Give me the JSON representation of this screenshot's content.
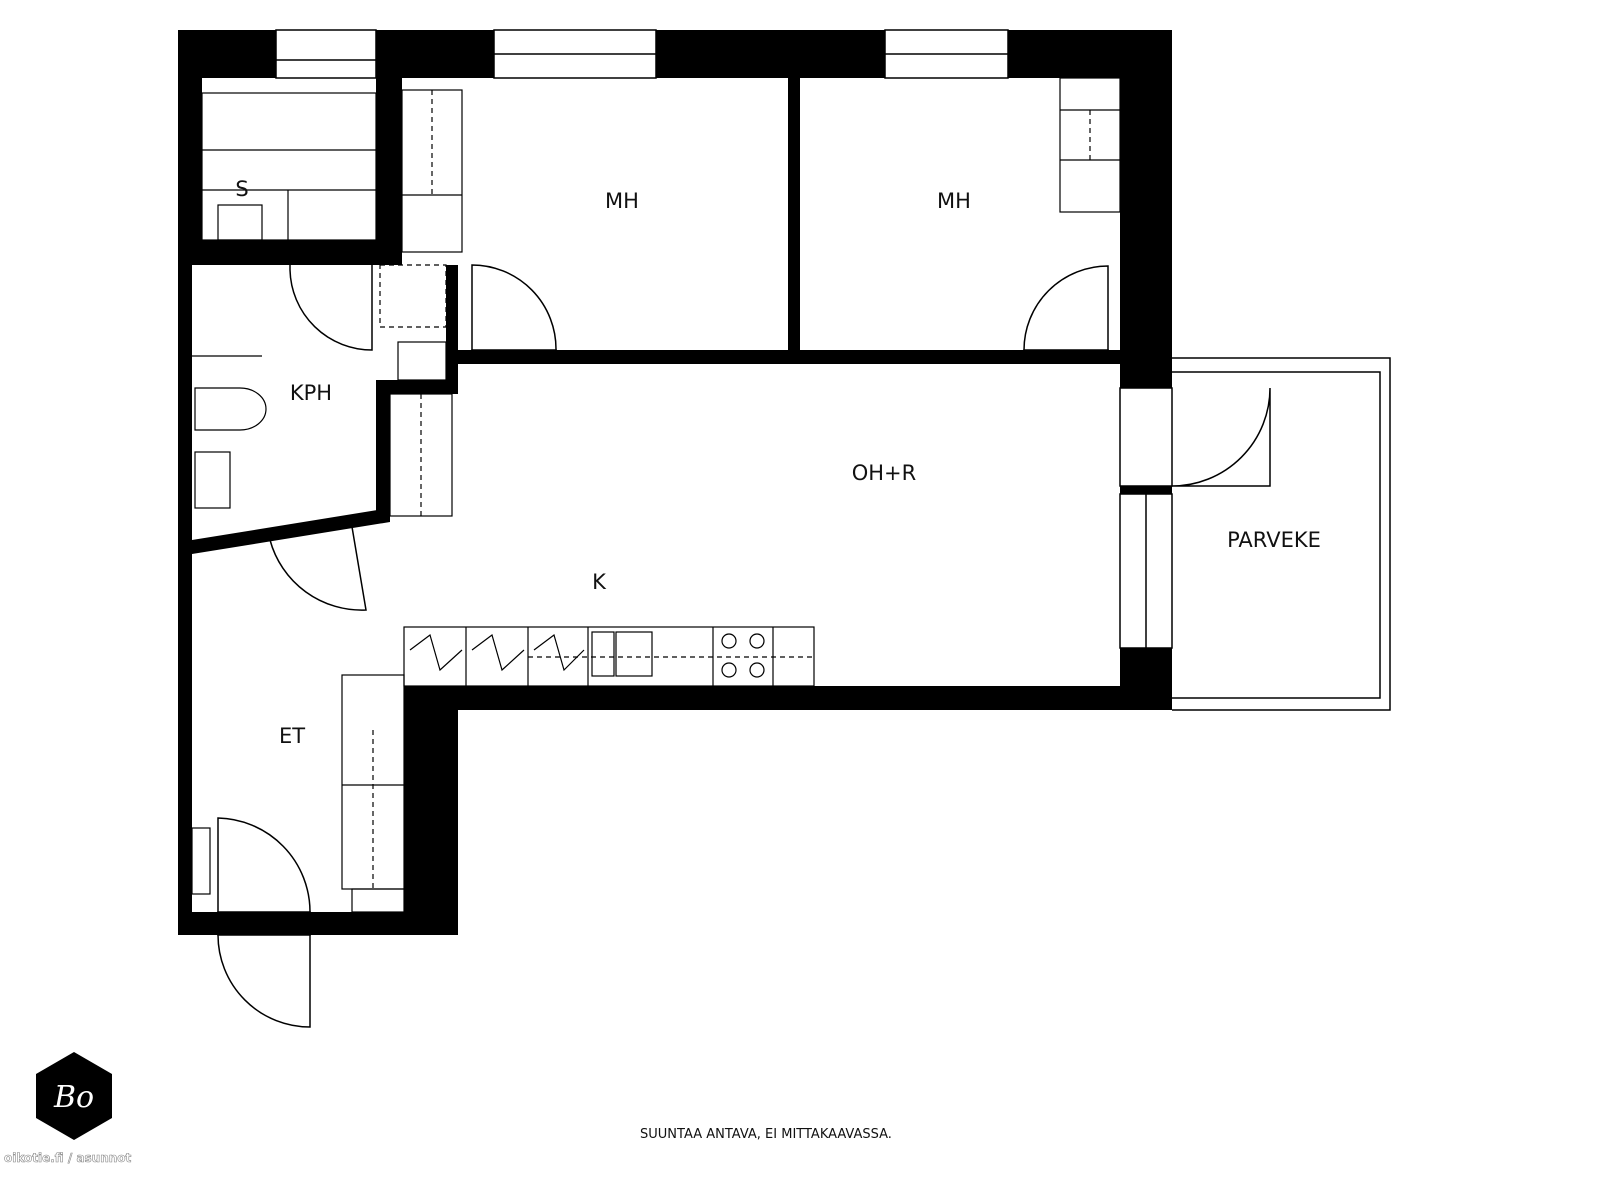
{
  "rooms": {
    "sauna": "S",
    "bedroom_1": "MH",
    "bedroom_2": "MH",
    "bathroom": "KPH",
    "living": "OH+R",
    "kitchen": "K",
    "balcony": "PARVEKE",
    "entrance": "ET"
  },
  "footer": {
    "note": "SUUNTAA ANTAVA, EI MITTAKAAVASSA.",
    "watermark": "oikotie.fi / asunnot"
  },
  "logo": {
    "text": "Bo"
  },
  "colors": {
    "wall": "#000000",
    "background": "#ffffff"
  }
}
